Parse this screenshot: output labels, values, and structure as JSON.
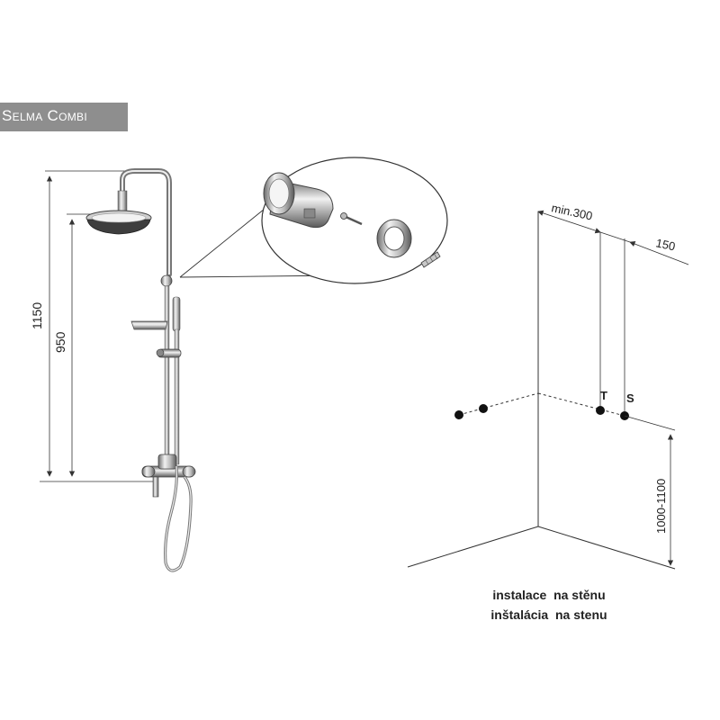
{
  "title": "Selma Combi",
  "dimensions": {
    "total_height": "1150",
    "head_height": "950",
    "min_wall_offset": "min.300",
    "spacing": "150",
    "connection_height": "1000-1100"
  },
  "connection_labels": {
    "left": "T",
    "right": "S"
  },
  "captions": {
    "line1": "instalace  na stěnu",
    "line2": "inštalácia  na stenu"
  },
  "colors": {
    "title_bg": "#8e8e8e",
    "line": "#333333",
    "chrome_dark": "#555555",
    "chrome_light": "#d9d9d9"
  }
}
